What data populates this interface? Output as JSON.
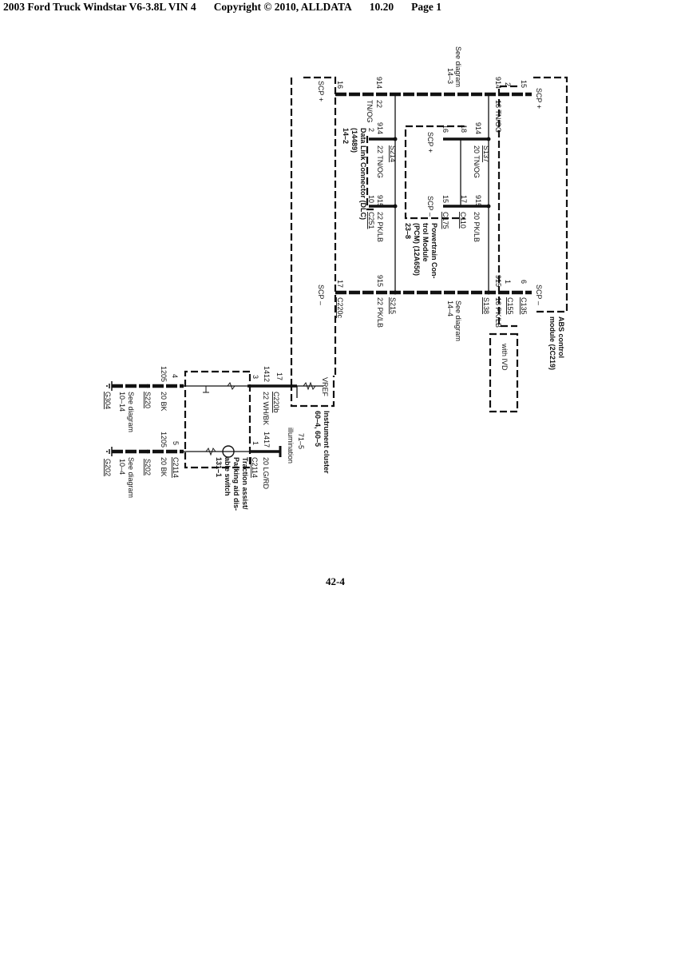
{
  "header": {
    "vehicle": "2003 Ford Truck Windstar V6-3.8L VIN 4",
    "copyright": "Copyright © 2010, ALLDATA",
    "version": "10.20",
    "page": "Page 1"
  },
  "footer": {
    "page_code": "42-4"
  },
  "labels": {
    "see_diagram_top": "See diagram",
    "ref_14_3": "14–3",
    "scp_plus_left": "SCP +",
    "pin16_left": "16",
    "c914_a": "914",
    "c914_b": "914",
    "pin2_c155": "2",
    "pin15_c135": "15",
    "scp_plus_abs": "SCP +",
    "w22": "22",
    "tnog": "TN/OG",
    "w18_tnog": "18 TN/OG",
    "pcm_914": "914",
    "pcm_18": "18",
    "pcm_16": "16",
    "pcm_scp_plus": "SCP +",
    "dlc_914": "914",
    "dlc_2": "2",
    "s137": "S137",
    "w20_tnog": "20 TN/OG",
    "s214": "S214",
    "w22_tnog": "22 TN/OG",
    "pcm_915": "915",
    "pcm_17": "17",
    "pcm_15": "15",
    "pcm_scp_minus": "SCP –",
    "dlc_915": "915",
    "dlc_10": "10",
    "w20_pklb": "20 PK/LB",
    "c110": "C110",
    "c175": "C175",
    "pcm_name_1": "Powertrain Con-",
    "pcm_name_2": "trol Module",
    "pcm_name_3": "(PCM) (12A650)",
    "pcm_ref": "23–8",
    "c251": "C251",
    "w22_pklb_dlc": "22 PK/LB",
    "dlc_name": "Data Link Connector (DLC)",
    "dlc_part": "(14489)",
    "dlc_ref": "14–2",
    "bot_915_a": "915",
    "pin1_c155": "1",
    "pin6_c135": "6",
    "scp_minus_abs": "SCP –",
    "pin17_left": "17",
    "bot_915_b": "915",
    "scp_minus_left": "SCP –",
    "c135": "C135",
    "c155": "C155",
    "w18_pklb": "18 PK/LB",
    "s138": "S138",
    "see_diagram_mid": "See diagram",
    "ref_14_4": "14–4",
    "s215": "S215",
    "w22_pklb": "22 PK/LB",
    "c220c": "C220c",
    "abs_name_1": "ABS control",
    "abs_name_2": "module (2C219)",
    "with_ivd": "with IVD",
    "vref": "VREF",
    "ic_name": "Instrument cluster",
    "ic_ref": "60–4, 60–5",
    "ic_17": "17",
    "c220b": "C220b",
    "c1412": "1412",
    "sw_3": "3",
    "w22_whbk": "22 WH/BK",
    "sw_4": "4",
    "c1205_a": "1205",
    "w20_bk_a": "20 BK",
    "s220": "S220",
    "see_diagram_g304": "See diagram",
    "ref_10_14": "10–14",
    "g304": "G304",
    "ref_71_5": "71–5",
    "illumination": "illumination",
    "c1417": "1417",
    "sw_1": "1",
    "w20_lgrd": "20 LG/RD",
    "c2114_a": "C2114",
    "sw_name_1": "Traction assist/",
    "sw_name_2": "Parking aid dis-",
    "sw_name_3": "able switch",
    "sw_ref": "131–1",
    "sw_5": "5",
    "c1205_b": "1205",
    "w20_bk_b": "20 BK",
    "c2114_b": "C2114",
    "s202": "S202",
    "see_diagram_g202": "See diagram",
    "ref_10_4": "10–4",
    "g202": "G202"
  }
}
